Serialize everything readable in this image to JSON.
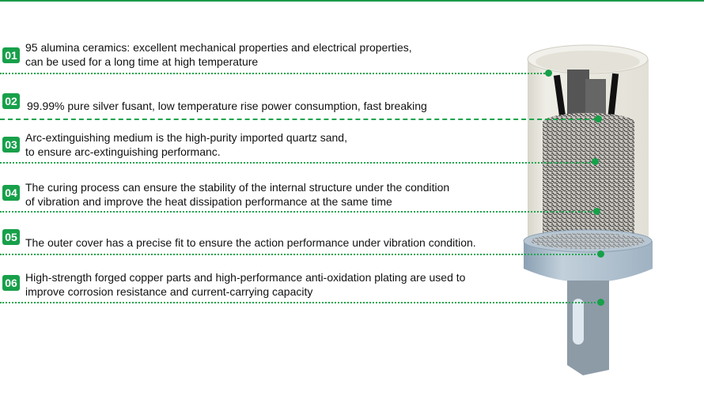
{
  "features": [
    {
      "number": "01",
      "lines": [
        "95 alumina ceramics: excellent mechanical properties and electrical properties,",
        "can be used for a long time at high temperature"
      ]
    },
    {
      "number": "02",
      "lines": [
        "99.99% pure silver fusant, low temperature rise power consumption, fast breaking"
      ]
    },
    {
      "number": "03",
      "lines": [
        "Arc-extinguishing medium is the high-purity imported quartz sand,",
        "to ensure arc-extinguishing performanc."
      ]
    },
    {
      "number": "04",
      "lines": [
        "The curing process can ensure the stability of the internal structure under the condition",
        "of vibration and improve the heat dissipation performance at the same time"
      ]
    },
    {
      "number": "05",
      "lines": [
        "The outer cover has a precise fit to ensure the action performance under vibration condition."
      ]
    },
    {
      "number": "06",
      "lines": [
        "High-strength forged copper parts and high-performance anti-oxidation plating are used to",
        "improve corrosion resistance and current-carrying capacity"
      ]
    }
  ],
  "colors": {
    "accent": "#17a04a"
  }
}
